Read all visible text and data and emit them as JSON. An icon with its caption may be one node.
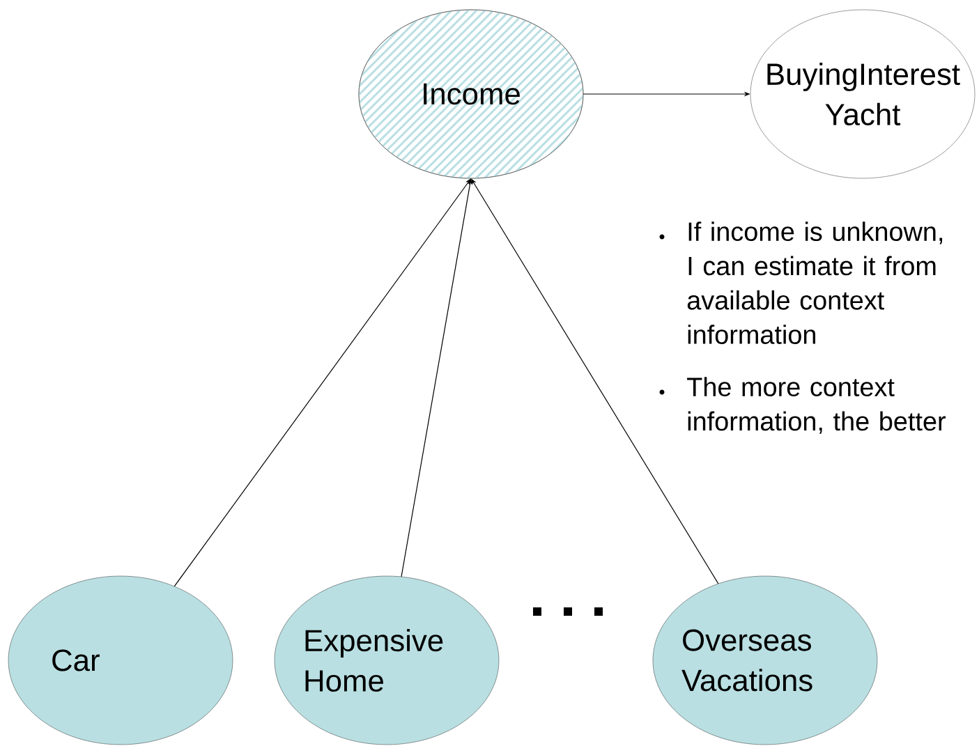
{
  "diagram": {
    "nodes": [
      {
        "text": [
          "Income"
        ]
      },
      {
        "text": [
          "BuyingInterest Yacht"
        ]
      },
      {
        "text": [
          "Car"
        ]
      },
      {
        "text": [
          "Expensive Home"
        ]
      },
      {
        "text": [
          "Overseas Vacations"
        ]
      }
    ],
    "edges": [
      {
        "from": 0,
        "to": 1,
        "arrow": "to"
      },
      {
        "from": 2,
        "to": 0,
        "arrow": "to"
      },
      {
        "from": 3,
        "to": 0,
        "arrow": "to"
      },
      {
        "from": 4,
        "to": 0,
        "arrow": "to"
      }
    ],
    "labels": [
      "If income is unknown, I can estimate it from available context information",
      "The more context information, the better"
    ]
  }
}
